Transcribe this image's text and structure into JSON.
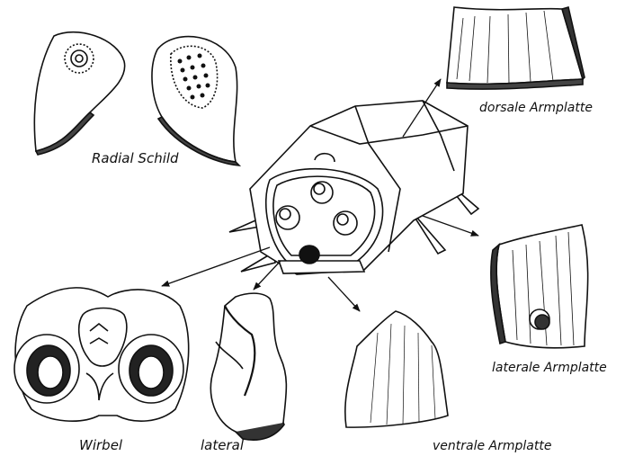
{
  "labels": {
    "radial_shield": "Radial Schild",
    "dorsal_plate": "dorsale Armplatte",
    "lateral_plate": "laterale Armplatte",
    "ventral_plate": "ventrale Armplatte",
    "vertebra": "Wirbel",
    "lateral_view": "lateral"
  },
  "colors": {
    "ink": "#111111",
    "background": "#ffffff"
  }
}
